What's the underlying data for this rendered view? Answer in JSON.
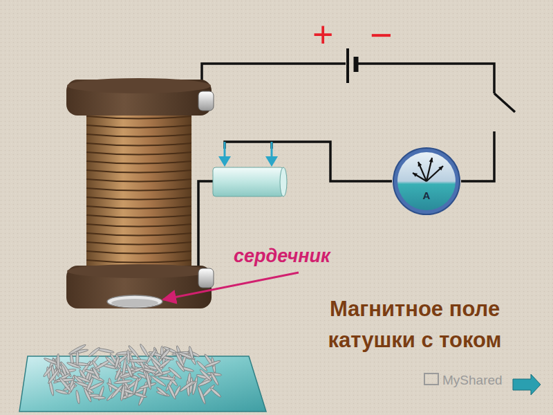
{
  "diagram": {
    "title": "Магнитное поле катушки с током",
    "nodes": [
      {
        "text": [
          "A"
        ]
      }
    ],
    "labels": [
      "+",
      "−",
      "сердечник",
      "MyShared"
    ]
  }
}
